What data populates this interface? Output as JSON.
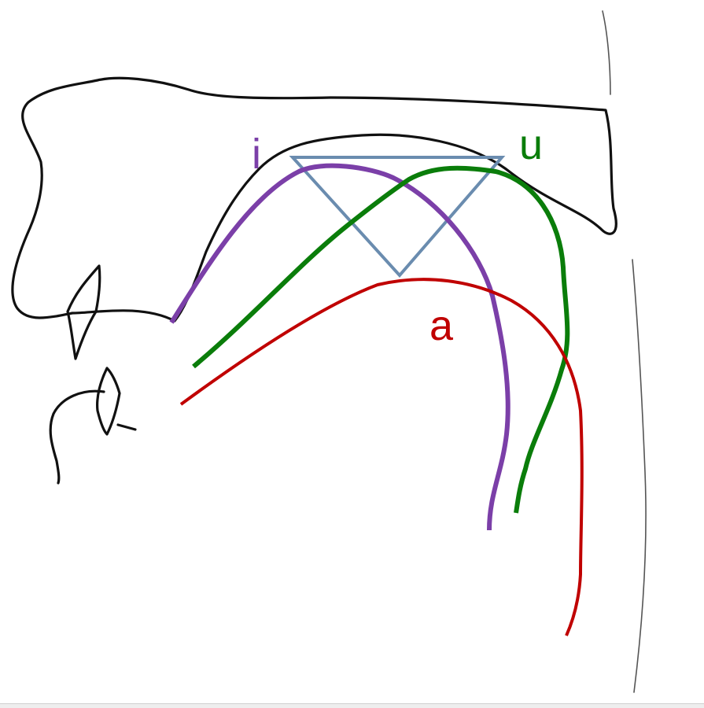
{
  "colors": {
    "i": "#7b3fa8",
    "u": "#0a7d0a",
    "a": "#c00000",
    "triangle": "#6a8caf"
  },
  "labels": {
    "i": "i",
    "u": "u",
    "a": "a"
  }
}
